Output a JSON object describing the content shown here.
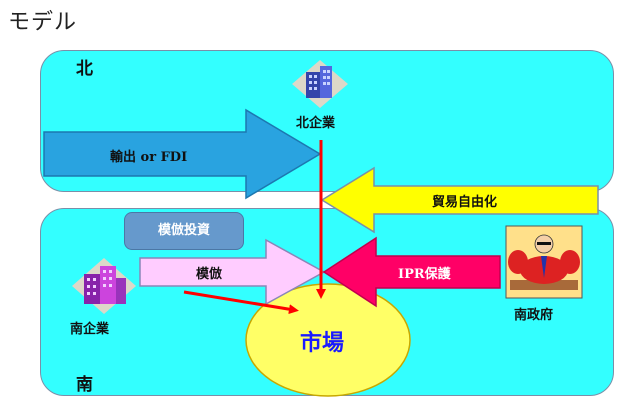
{
  "title": "モデル",
  "north": {
    "label": "北",
    "company_label": "北企業"
  },
  "south": {
    "label": "南",
    "company_label": "南企業",
    "government_label": "南政府"
  },
  "arrows": {
    "export_fdi": "輸出 or FDI",
    "trade_liberalization": "貿易自由化",
    "imitation": "模倣",
    "ipr_protection": "IPR保護"
  },
  "callout": "模倣投資",
  "market_label": "市場",
  "colors": {
    "region_fill": "#33ffff",
    "export_arrow": "#29a3e0",
    "trade_arrow": "#ffff00",
    "imitation_arrow": "#ffccff",
    "ipr_arrow": "#ff0066",
    "market": "#ffff66",
    "red_line": "#ff0000",
    "callout": "#6699cc"
  },
  "icons": {
    "north_company": "building-icon",
    "south_company": "building-icon",
    "government": "bodybuilder-icon"
  }
}
